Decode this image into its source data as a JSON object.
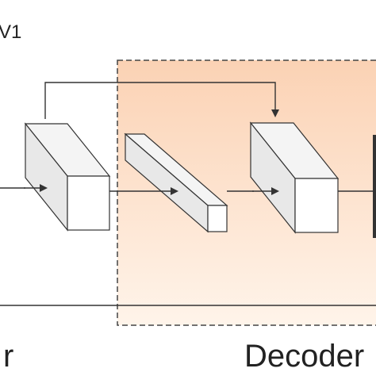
{
  "labels": {
    "top_left": "V1",
    "encoder_fragment": "r",
    "decoder": "Decoder"
  },
  "colors": {
    "decoder_fill": "#fcd9bf",
    "decoder_fill_light": "#fff6ee",
    "decoder_border": "#444444",
    "block_front": "#ffffff",
    "block_side": "#e8e8e8",
    "block_top": "#f4f4f4",
    "stroke": "#333333",
    "line": "#555555"
  }
}
